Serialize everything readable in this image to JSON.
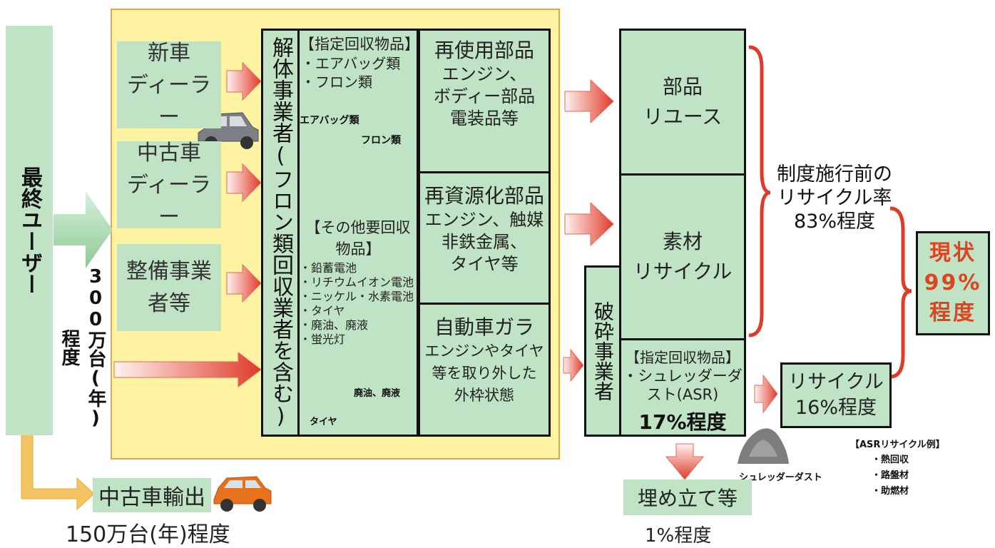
{
  "end_user": "最終ユーザー",
  "flow_volume": "300万台(年)程度",
  "export": {
    "label": "中古車輸出",
    "volume": "150万台(年)程度"
  },
  "sources": {
    "new_dealer": "新車\nディーラー",
    "used_dealer": "中古車\nディーラー",
    "repair": "整備事業\n者等"
  },
  "dismantler": "解体事業者(フロン類回収業者を含む)",
  "designated": {
    "title": "【指定回収物品】",
    "items": [
      "・エアバッグ類",
      "・フロン類"
    ],
    "airbag_caption": "エアバッグ類",
    "freon_caption": "フロン類"
  },
  "other": {
    "title": "【その他要回収物品】",
    "items": [
      "・鉛蓄電池",
      "・リチウムイオン電池",
      "・ニッケル・水素電池",
      "・タイヤ",
      "・廃油、廃液",
      "・蛍光灯"
    ],
    "oil_caption": "廃油、廃液",
    "tire_caption": "タイヤ"
  },
  "reuse_parts": {
    "title": "再使用部品",
    "desc": "エンジン、\nボディー部品\n電装品等"
  },
  "recycle_parts": {
    "title": "再資源化部品",
    "desc": "エンジン、触媒\n非鉄金属、\nタイヤ等"
  },
  "car_hulk": {
    "title": "自動車ガラ",
    "desc": "エンジンやタイヤ\n等を取り外した\n外枠状態"
  },
  "shredder": "破砕事業者",
  "parts_reuse": "部品\nリユース",
  "material_recycle": "素材\nリサイクル",
  "asr": {
    "title": "【指定回収物品】",
    "desc": "・シュレッダーダ\nスト(ASR)",
    "percent": "17%程度",
    "caption": "シュレッダーダスト"
  },
  "recycle16": "リサイクル\n16%程度",
  "landfill": {
    "label": "埋め立て等",
    "percent": "1%程度"
  },
  "pre_rate": "制度施行前の\nリサイクル率\n83%程度",
  "current": "現状\n99%\n程度",
  "asr_examples": {
    "title": "【ASRリサイクル例】",
    "items": [
      "・熱回収",
      "・路盤材",
      "・助燃材"
    ]
  },
  "colors": {
    "yellow_panel": "#fdf3a3",
    "panel_border": "#e1a84a",
    "green_box": "#bfe3c4",
    "red_accent": "#e03a2a",
    "current_text": "#e0431f"
  }
}
